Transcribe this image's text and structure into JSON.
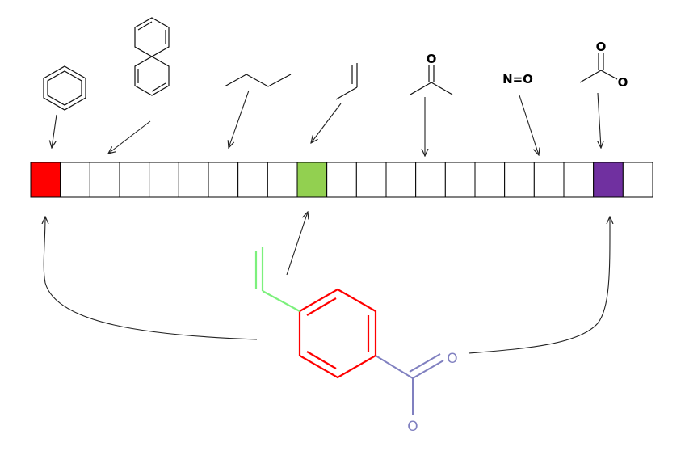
{
  "diagram": {
    "fingerprint": {
      "bit_count": 21,
      "set_bits": [
        {
          "index": 0,
          "color": "#ff0000"
        },
        {
          "index": 9,
          "color": "#92d050"
        },
        {
          "index": 19,
          "color": "#7030a0"
        }
      ],
      "empty_fill": "#ffffff",
      "border_color": "#000000"
    },
    "fragments": [
      {
        "id": "benzene",
        "target_bit": 0
      },
      {
        "id": "naphthalene",
        "target_bit": 2
      },
      {
        "id": "butane",
        "target_bit": 6
      },
      {
        "id": "propene",
        "target_bit": 9
      },
      {
        "id": "acetone",
        "target_bit": 13
      },
      {
        "id": "nitroso",
        "target_bit": 17,
        "label": "N=O"
      },
      {
        "id": "acetate",
        "target_bit": 19,
        "labels": [
          "O",
          "O"
        ]
      }
    ],
    "molecule": {
      "ring_color": "#ff0000",
      "vinyl_color": "#7cf07c",
      "carboxyl_color": "#8080c0",
      "atom_labels": [
        "O",
        "O"
      ]
    }
  }
}
